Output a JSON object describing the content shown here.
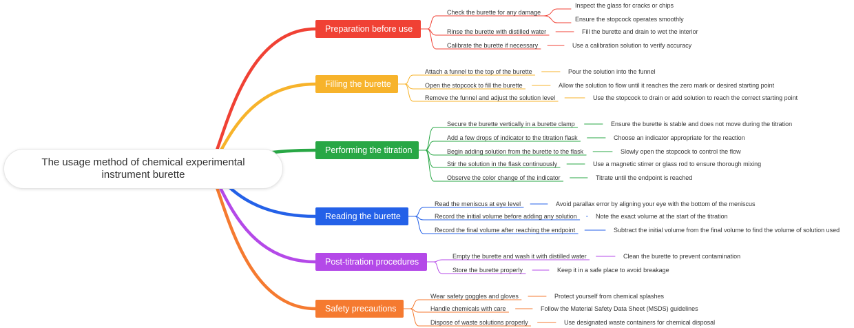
{
  "root": {
    "line1": "The usage method of chemical experimental",
    "line2": "instrument burette"
  },
  "branches": [
    {
      "title": "Preparation before use",
      "color": "#f04134",
      "items": [
        {
          "text": "Check the burette for any damage",
          "details": [
            "Inspect the glass for cracks or chips",
            "Ensure the stopcock operates smoothly"
          ]
        },
        {
          "text": "Rinse the burette with distilled water",
          "details": [
            "Fill the burette and drain to wet the interior"
          ]
        },
        {
          "text": "Calibrate the burette if necessary",
          "details": [
            "Use a calibration solution to verify accuracy"
          ]
        }
      ]
    },
    {
      "title": "Filling the burette",
      "color": "#f7b32b",
      "items": [
        {
          "text": "Attach a funnel to the top of the burette",
          "details": [
            "Pour the solution into the funnel"
          ]
        },
        {
          "text": "Open the stopcock to fill the burette",
          "details": [
            "Allow the solution to flow until it reaches the zero mark or desired starting point"
          ]
        },
        {
          "text": "Remove the funnel and adjust the solution level",
          "details": [
            "Use the stopcock to drain or add solution to reach the correct starting point"
          ]
        }
      ]
    },
    {
      "title": "Performing the titration",
      "color": "#28a745",
      "items": [
        {
          "text": "Secure the burette vertically in a burette clamp",
          "details": [
            "Ensure the burette is stable and does not move during the titration"
          ]
        },
        {
          "text": "Add a few drops of indicator to the titration flask",
          "details": [
            "Choose an indicator appropriate for the reaction"
          ]
        },
        {
          "text": "Begin adding solution from the burette to the flask",
          "details": [
            "Slowly open the stopcock to control the flow"
          ]
        },
        {
          "text": "Stir the solution in the flask continuously",
          "details": [
            "Use a magnetic stirrer or glass rod to ensure thorough mixing"
          ]
        },
        {
          "text": "Observe the color change of the indicator",
          "details": [
            "Titrate until the endpoint is reached"
          ]
        }
      ]
    },
    {
      "title": "Reading the burette",
      "color": "#2461e8",
      "items": [
        {
          "text": "Read the meniscus at eye level",
          "details": [
            "Avoid parallax error by aligning your eye with the bottom of the meniscus"
          ]
        },
        {
          "text": "Record the initial volume before adding any solution",
          "details": [
            "Note the exact volume at the start of the titration"
          ]
        },
        {
          "text": "Record the final volume after reaching the endpoint",
          "details": [
            "Subtract the initial volume from the final volume to find the volume of solution used"
          ]
        }
      ]
    },
    {
      "title": "Post-titration procedures",
      "color": "#b449e8",
      "items": [
        {
          "text": "Empty the burette and wash it with distilled water",
          "details": [
            "Clean the burette to prevent contamination"
          ]
        },
        {
          "text": "Store the burette properly",
          "details": [
            "Keep it in a safe place to avoid breakage"
          ]
        }
      ]
    },
    {
      "title": "Safety precautions",
      "color": "#f57a30",
      "items": [
        {
          "text": "Wear safety goggles and gloves",
          "details": [
            "Protect yourself from chemical splashes"
          ]
        },
        {
          "text": "Handle chemicals with care",
          "details": [
            "Follow the Material Safety Data Sheet (MSDS) guidelines"
          ]
        },
        {
          "text": "Dispose of waste solutions properly",
          "details": [
            "Use designated waste containers for chemical disposal"
          ]
        }
      ]
    }
  ]
}
